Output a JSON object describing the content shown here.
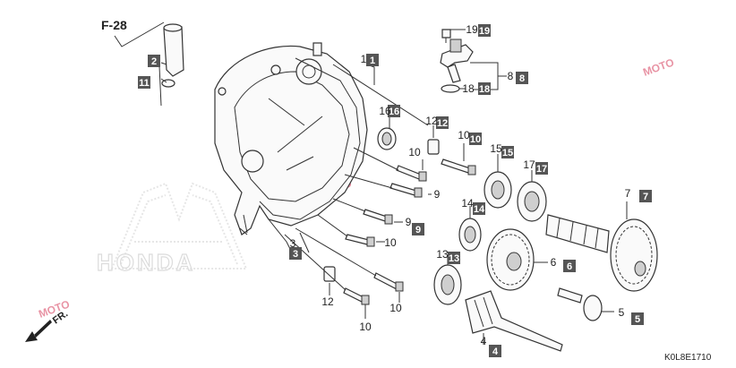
{
  "header": {
    "code": "F-28"
  },
  "footer": {
    "figure_code": "K0L8E1710"
  },
  "watermark": {
    "brand": "HONDA",
    "site": "MOTO"
  },
  "direction": {
    "label": "FR."
  },
  "colors": {
    "badge": "#555555",
    "line": "#333333",
    "watermark": "#e4e4e4",
    "accent": "#d63b5a"
  },
  "callouts": [
    {
      "num": "2",
      "ref": "2"
    },
    {
      "num": "11",
      "ref": "11"
    },
    {
      "num": "1",
      "ref": "1"
    },
    {
      "num": "16",
      "ref": "16"
    },
    {
      "num": "19",
      "ref": "19"
    },
    {
      "num": "8",
      "ref": "8"
    },
    {
      "num": "18",
      "ref": "18"
    },
    {
      "num": "12",
      "ref": "12"
    },
    {
      "num": "10",
      "ref": "10"
    },
    {
      "num": "15",
      "ref": "15"
    },
    {
      "num": "17",
      "ref": "17"
    },
    {
      "num": "14",
      "ref": "14"
    },
    {
      "num": "7",
      "ref": "7"
    },
    {
      "num": "9",
      "ref": "9"
    },
    {
      "num": "3",
      "ref": "3"
    },
    {
      "num": "13",
      "ref": "13"
    },
    {
      "num": "6",
      "ref": "6"
    },
    {
      "num": "5",
      "ref": "5"
    },
    {
      "num": "4",
      "ref": "4"
    }
  ],
  "labels": [
    "19",
    "8",
    "18",
    "1",
    "16",
    "12",
    "10",
    "10",
    "15",
    "17",
    "7",
    "14",
    "9",
    "9",
    "10",
    "3",
    "13",
    "6",
    "12",
    "10",
    "10",
    "5",
    "4"
  ]
}
